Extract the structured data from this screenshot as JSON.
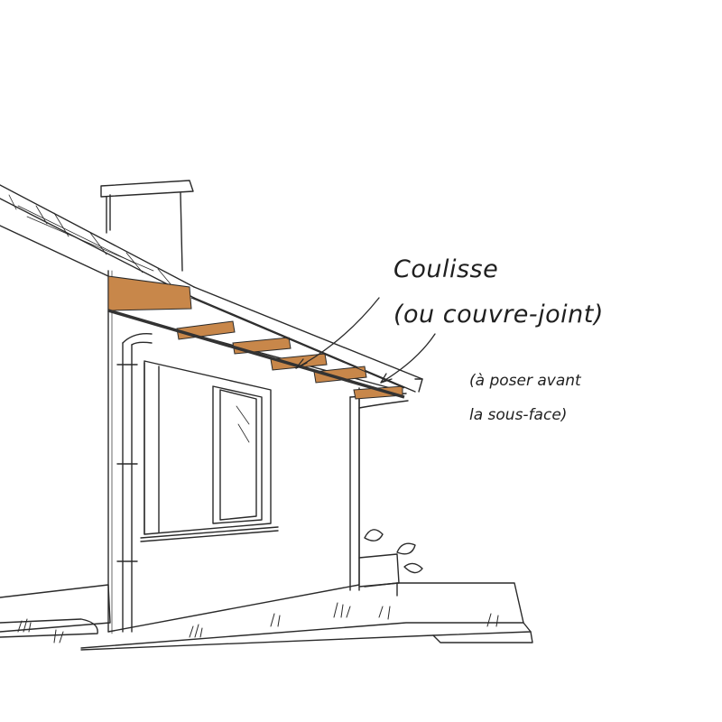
{
  "labels": {
    "main_line1": "Coulisse",
    "main_line2": "(ou couvre-joint)",
    "note_line1": "(à poser avant",
    "note_line2": "la sous-face)"
  },
  "colors": {
    "ink": "#2a2a2a",
    "wood": "#c8874a",
    "wood_dark": "#a86a32",
    "wood_light": "#e2ad78",
    "joint": "#333333",
    "background": "#ffffff"
  }
}
